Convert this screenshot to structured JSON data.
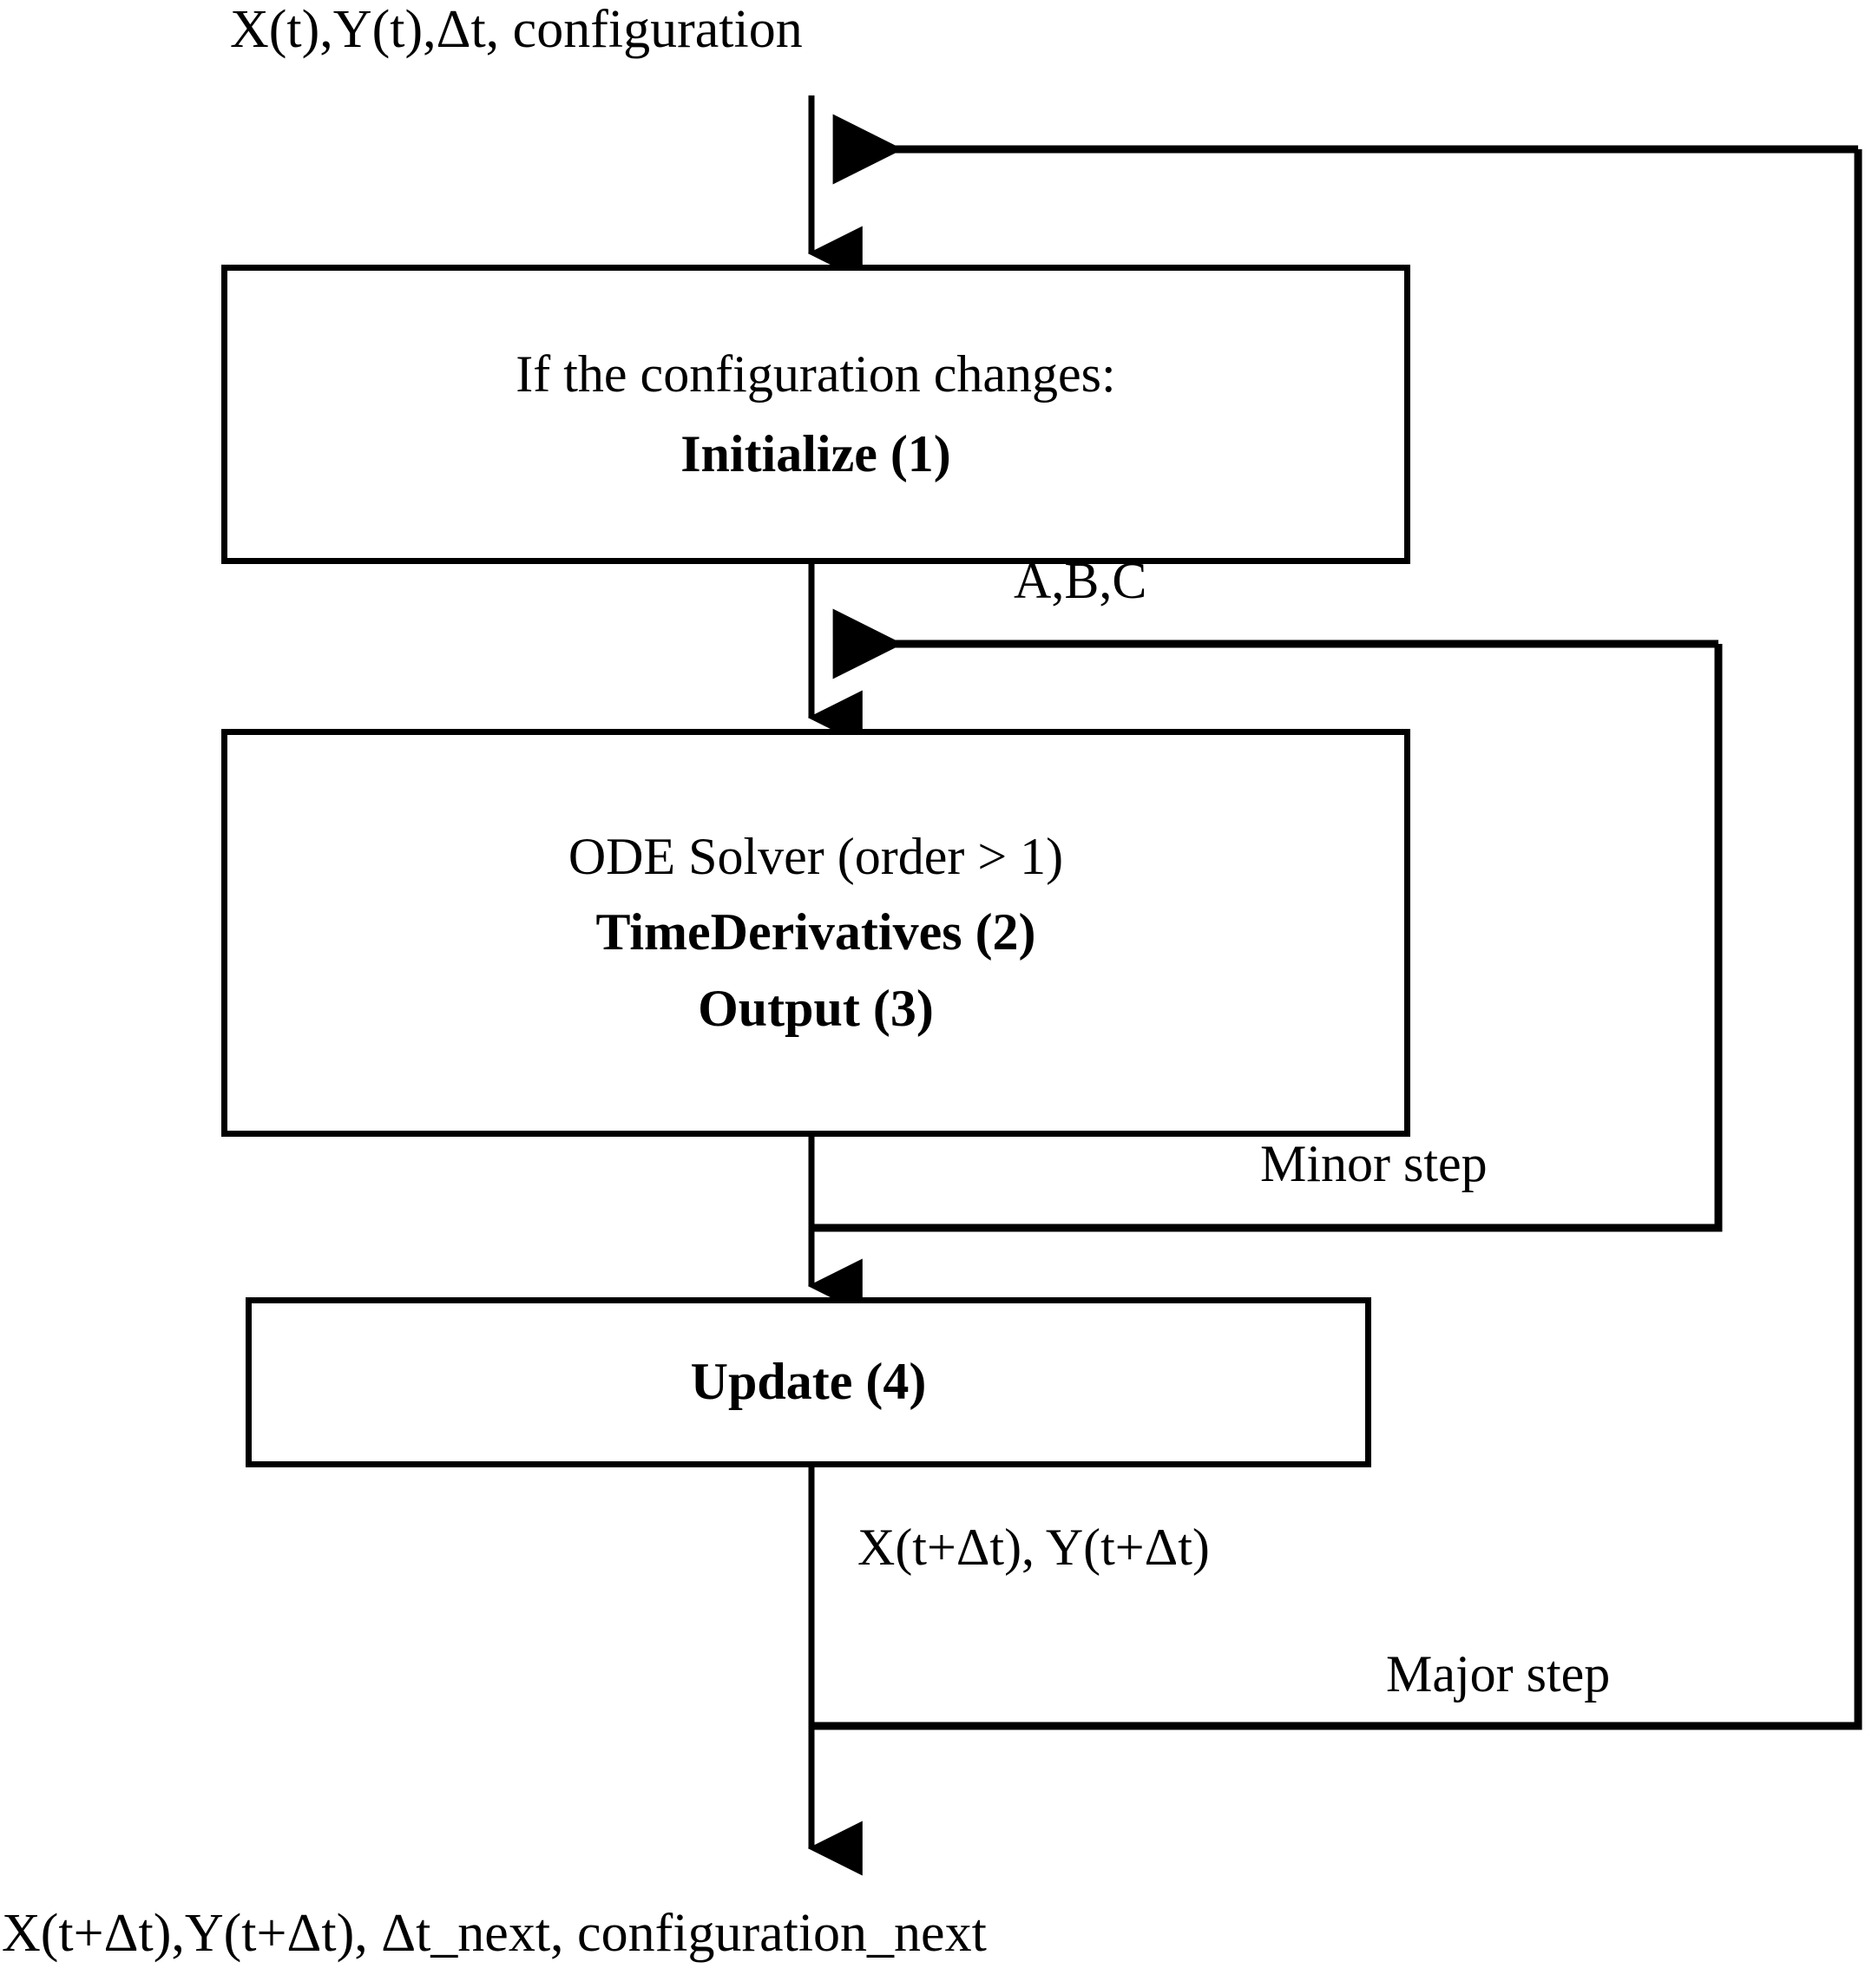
{
  "diagram": {
    "title_top": "X(t),Y(t),Δt, configuration",
    "title_bottom": "X(t+Δt),Y(t+Δt), Δt_next, configuration_next",
    "nodes": [
      {
        "id": "initialize",
        "lines": [
          {
            "text": "If the configuration changes:",
            "bold": false
          },
          {
            "text": "Initialize (1)",
            "bold": true
          }
        ]
      },
      {
        "id": "ode_solver",
        "lines": [
          {
            "text": "ODE Solver (order > 1)",
            "bold": false
          },
          {
            "text": "TimeDerivatives (2)",
            "bold": true
          },
          {
            "text": "Output (3)",
            "bold": true
          }
        ]
      },
      {
        "id": "update",
        "lines": [
          {
            "text": "Update (4)",
            "bold": true
          }
        ]
      }
    ],
    "edge_labels": {
      "abc": "A,B,C",
      "minor_step": "Minor step",
      "state_next": "X(t+Δt), Y(t+Δt)",
      "major_step": "Major step"
    },
    "style": {
      "stroke": "#000000",
      "background": "#ffffff",
      "box_fill": "#ffffff"
    }
  }
}
